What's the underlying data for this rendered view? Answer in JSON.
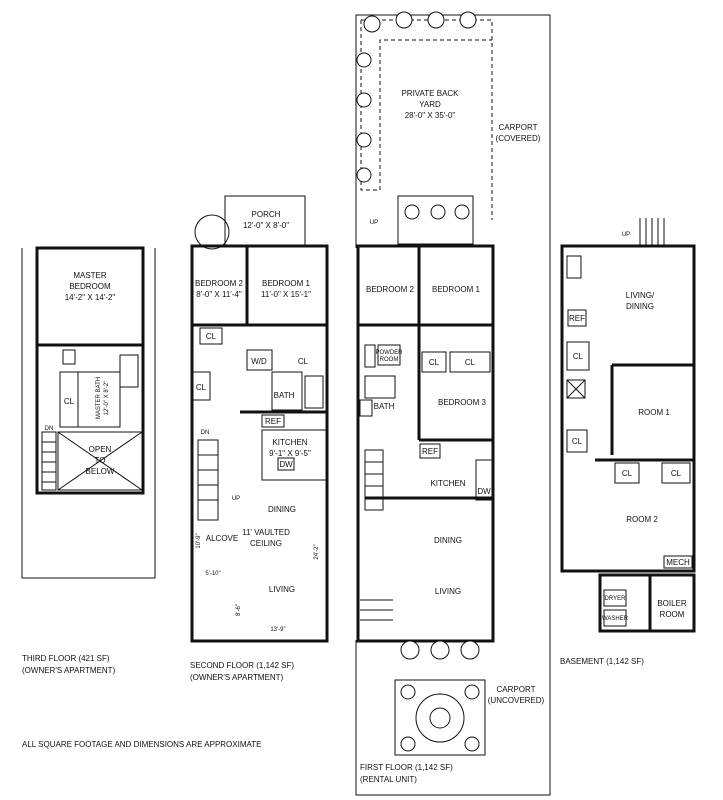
{
  "third_floor": {
    "caption": "THIRD FLOOR (421 SF)",
    "caption_sub": "(OWNER'S APARTMENT)",
    "rooms": {
      "master_bedroom": "MASTER",
      "master_bedroom_2": "BEDROOM",
      "master_bedroom_dim": "14'-2\" X 14'-2\"",
      "master_bath": "MASTER BATH",
      "master_bath_dim": "12'-0\" X 8'-2\"",
      "cl": "CL",
      "open1": "OPEN",
      "open2": "TO",
      "open3": "BELOW",
      "dn": "DN"
    }
  },
  "second_floor": {
    "caption": "SECOND FLOOR (1,142 SF)",
    "caption_sub": "(OWNER'S APARTMENT)",
    "rooms": {
      "porch": "PORCH",
      "porch_dim": "12'-0\" X 8'-0\"",
      "bedroom2": "BEDROOM 2",
      "bedroom2_dim": "8'-0\" X 11'-4\"",
      "bedroom1": "BEDROOM 1",
      "bedroom1_dim": "11'-0\" X 15'-1\"",
      "cl": "CL",
      "wd": "W/D",
      "bath": "BATH",
      "ref": "REF",
      "kitchen": "KITCHEN",
      "kitchen_dim": "9'-1\" X 9'-5\"",
      "dw": "DW",
      "dining": "DINING",
      "vaulted1": "11' VAULTED",
      "vaulted2": "CEILING",
      "alcove": "ALCOVE",
      "living": "LIVING",
      "dim_10_9": "10'-9\"",
      "dim_5_10": "5'-10\"",
      "dim_24_2": "24'-2\"",
      "dim_8_6": "8'-6\"",
      "dim_13_9": "13'-9\"",
      "dn": "DN",
      "up": "UP"
    }
  },
  "first_floor": {
    "caption": "FIRST FLOOR (1,142 SF)",
    "caption_sub": "(RENTAL UNIT)",
    "rooms": {
      "yard1": "PRIVATE BACK",
      "yard2": "YARD",
      "yard_dim": "28'-0\" X 35'-0\"",
      "carport_cov1": "CARPORT",
      "carport_cov2": "(COVERED)",
      "bedroom2": "BEDROOM 2",
      "bedroom1": "BEDROOM 1",
      "bedroom3": "BEDROOM 3",
      "powder1": "POWDER",
      "powder2": "ROOM",
      "cl": "CL",
      "bath": "BATH",
      "ref": "REF",
      "kitchen": "KITCHEN",
      "dw": "DW",
      "dining": "DINING",
      "living": "LIVING",
      "carport_unc1": "CARPORT",
      "carport_unc2": "(UNCOVERED)",
      "up": "UP"
    }
  },
  "basement": {
    "caption": "BASEMENT (1,142 SF)",
    "rooms": {
      "living1": "LIVING/",
      "living2": "DINING",
      "ref": "REF",
      "cl": "CL",
      "room1": "ROOM 1",
      "room2": "ROOM 2",
      "mech": "MECH",
      "boiler1": "BOILER",
      "boiler2": "ROOM",
      "dryer": "DRYER",
      "washer": "WASHER",
      "up": "UP"
    }
  },
  "note": "ALL SQUARE FOOTAGE AND DIMENSIONS ARE APPROXIMATE"
}
